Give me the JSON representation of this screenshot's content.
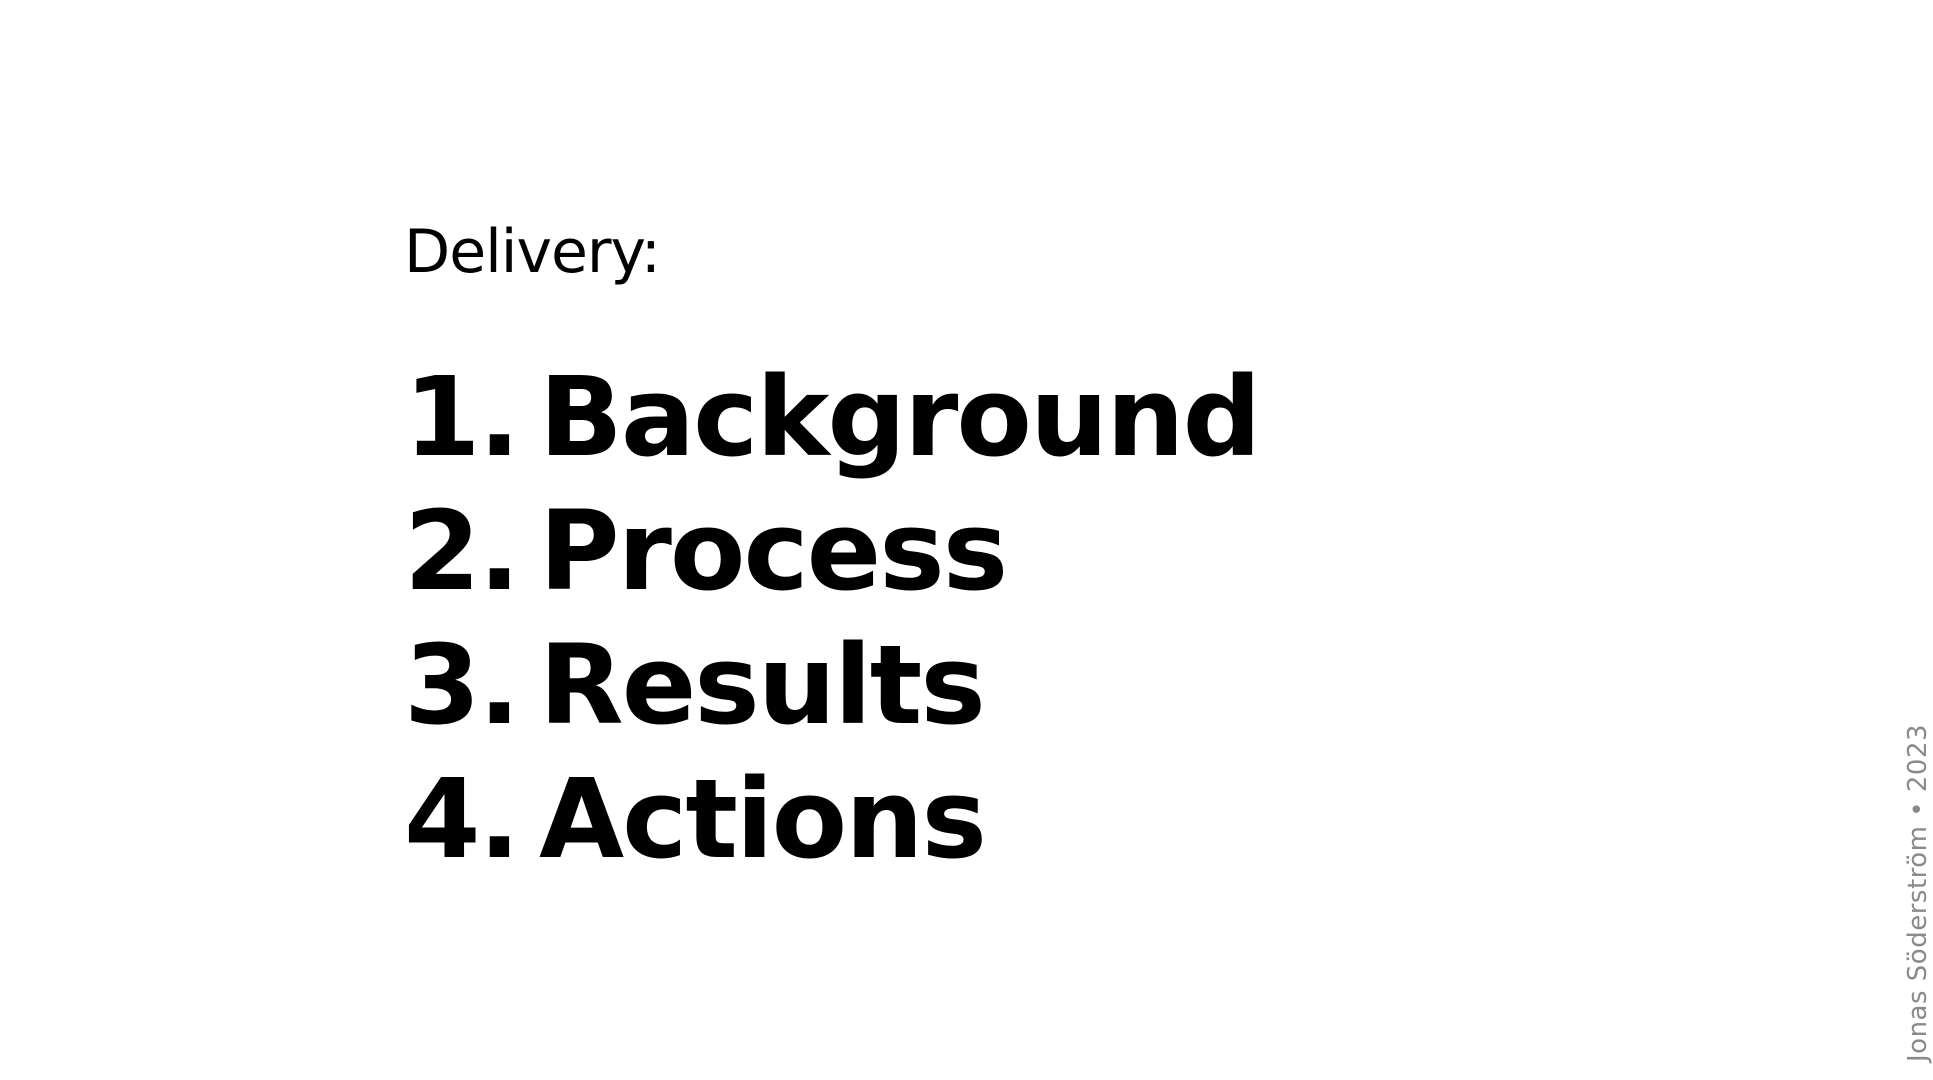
{
  "slide": {
    "heading": "Delivery:",
    "items": [
      {
        "number": "1.",
        "label": "Background"
      },
      {
        "number": "2.",
        "label": "Process"
      },
      {
        "number": "3.",
        "label": "Results"
      },
      {
        "number": "4.",
        "label": "Actions"
      }
    ],
    "credit": "Jonas Söderström • 2023"
  },
  "colors": {
    "background": "#ffffff",
    "text": "#000000",
    "credit": "#8a8a8a"
  }
}
